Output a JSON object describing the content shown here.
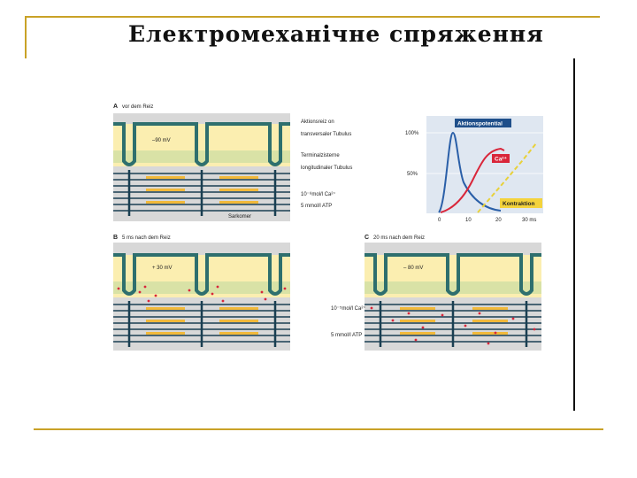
{
  "slide": {
    "title": "Електромеханічне спряження"
  },
  "panelA": {
    "label": "A",
    "caption": "vor dem Reiz",
    "voltage": "–90 mV",
    "labels": [
      "Aktionsreiz on",
      "transversaler Tubulus",
      "Terminalzisterne",
      "longitudinaler Tubulus",
      "10⁻⁸mol/l Ca²⁺",
      "5 mmol/l ATP"
    ],
    "bottom_label": "Sarkomer"
  },
  "panelB": {
    "label": "B",
    "caption": "5 ms nach dem Reiz",
    "voltage": "+ 30 mV"
  },
  "panelC": {
    "label": "C",
    "caption": "20 ms nach dem Reiz",
    "voltage": "– 80 mV",
    "labels": [
      "10⁻⁵mol/l Ca²⁺",
      "5 mmol/l ATP"
    ]
  },
  "chart": {
    "series_labels": [
      "Aktionspotential",
      "Ca²⁺",
      "Kontraktion"
    ],
    "y_ticks": [
      "100%",
      "50%"
    ],
    "x_ticks": [
      "0",
      "10",
      "20",
      "30 ms"
    ],
    "colors": {
      "aktionspotential": "#2a5fa8",
      "ca": "#d9263a",
      "kontraktion": "#e8d13a"
    }
  }
}
